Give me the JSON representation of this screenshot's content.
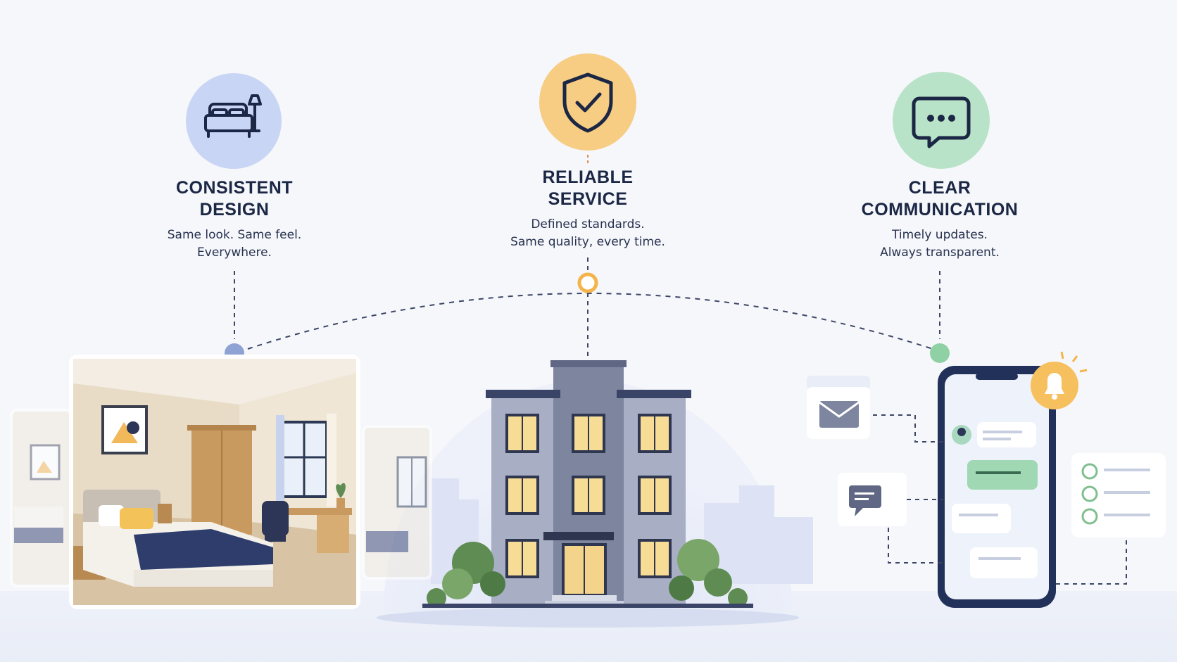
{
  "pillars": [
    {
      "title_line1": "CONSISTENT",
      "title_line2": "DESIGN",
      "desc_line1": "Same look. Same feel.",
      "desc_line2": "Everywhere.",
      "icon": "bed-lamp-icon",
      "color": "#c9d5f4"
    },
    {
      "title_line1": "RELIABLE",
      "title_line2": "SERVICE",
      "desc_line1": "Defined standards.",
      "desc_line2": "Same quality, every time.",
      "icon": "shield-check-icon",
      "color": "#f6cd82"
    },
    {
      "title_line1": "CLEAR",
      "title_line2": "COMMUNICATION",
      "desc_line1": "Timely updates.",
      "desc_line2": "Always transparent.",
      "icon": "chat-bubble-icon",
      "color": "#b9e3c8"
    }
  ],
  "colors": {
    "navy": "#1b2744",
    "blue_node": "#8fa2d4",
    "orange_node": "#f4b44a",
    "green_node": "#8fd0a4",
    "building": "#9aa1b8",
    "window_light": "#f7dc95"
  }
}
